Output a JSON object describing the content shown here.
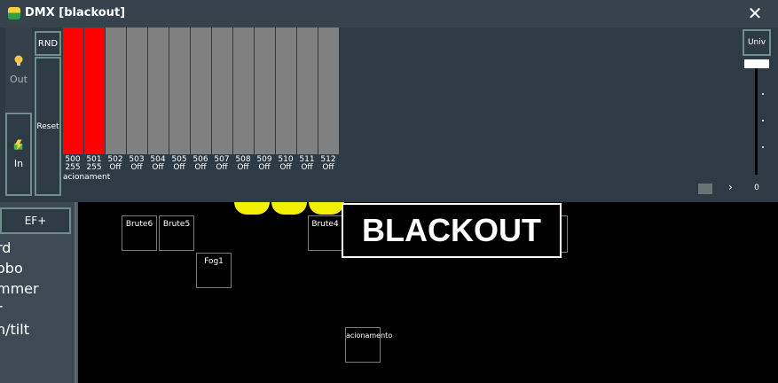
{
  "window": {
    "title": "DMX [blackout]",
    "close_glyph": "✕"
  },
  "buttons": {
    "out_label": "Out",
    "in_label": "In",
    "rnd_label": "RND",
    "reset_label": "Reset",
    "univ_label": "Univ"
  },
  "channels": [
    {
      "number": "500",
      "value": "255",
      "color": "#ff0000"
    },
    {
      "number": "501",
      "value": "255",
      "color": "#ff0000"
    },
    {
      "number": "502",
      "value": "Off",
      "color": "#808080"
    },
    {
      "number": "503",
      "value": "Off",
      "color": "#808080"
    },
    {
      "number": "504",
      "value": "Off",
      "color": "#808080"
    },
    {
      "number": "505",
      "value": "Off",
      "color": "#808080"
    },
    {
      "number": "506",
      "value": "Off",
      "color": "#808080"
    },
    {
      "number": "507",
      "value": "Off",
      "color": "#808080"
    },
    {
      "number": "508",
      "value": "Off",
      "color": "#808080"
    },
    {
      "number": "509",
      "value": "Off",
      "color": "#808080"
    },
    {
      "number": "510",
      "value": "Off",
      "color": "#808080"
    },
    {
      "number": "511",
      "value": "Off",
      "color": "#808080"
    },
    {
      "number": "512",
      "value": "Off",
      "color": "#808080"
    }
  ],
  "fixture_label": "acionament",
  "universe": {
    "value": "0",
    "next_glyph": "›"
  },
  "left_panel": {
    "ef_button": "EF+",
    "items": [
      "rd",
      "obo",
      "mmer",
      "r",
      "n/tilt"
    ]
  },
  "fixtures": [
    "Brute6",
    "Brute5",
    "Brute4",
    "Fog1",
    "acionamento"
  ],
  "overlay": {
    "blackout_text": "BLACKOUT"
  }
}
